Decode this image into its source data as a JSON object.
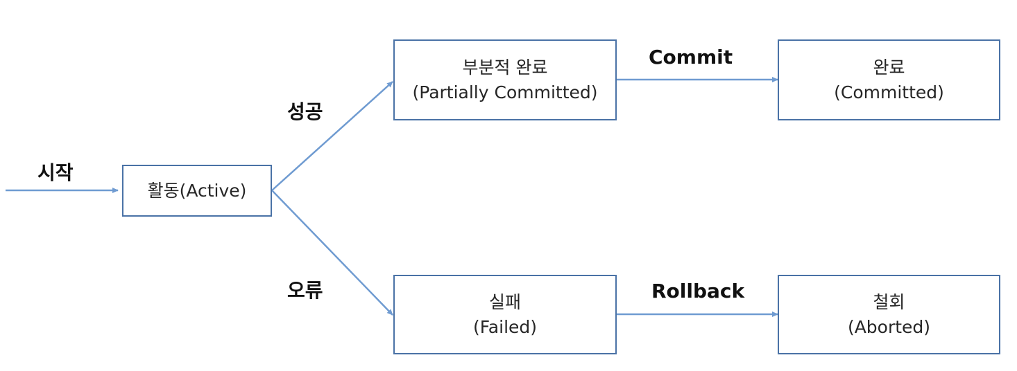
{
  "colors": {
    "node_border": "#4a72a6",
    "arrow": "#6f9bd1",
    "label_text": "#111111",
    "node_text": "#262626"
  },
  "nodes": {
    "active": {
      "label": "활동(Active)"
    },
    "partially_committed": {
      "title": "부분적 완료",
      "subtitle": "(Partially Committed)"
    },
    "committed": {
      "title": "완료",
      "subtitle": "(Committed)"
    },
    "failed": {
      "title": "실패",
      "subtitle": "(Failed)"
    },
    "aborted": {
      "title": "철회",
      "subtitle": "(Aborted)"
    }
  },
  "edges": {
    "start": "시작",
    "success": "성공",
    "error": "오류",
    "commit": "Commit",
    "rollback": "Rollback"
  }
}
